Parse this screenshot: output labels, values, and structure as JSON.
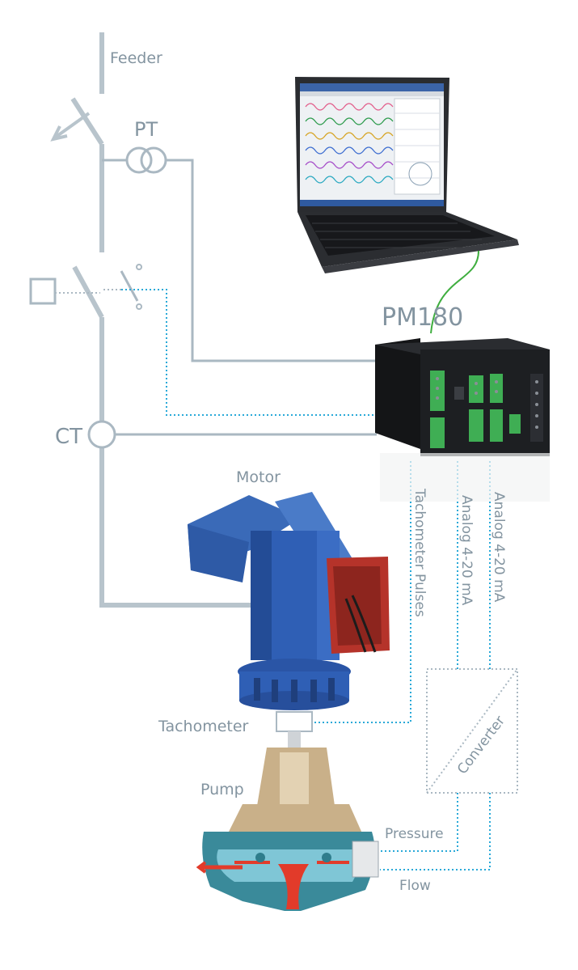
{
  "labels": {
    "feeder": "Feeder",
    "pt": "PT",
    "ct": "CT",
    "device": "PM180",
    "motor": "Motor",
    "tachometer": "Tachometer",
    "pump": "Pump",
    "pressure": "Pressure",
    "flow": "Flow",
    "converter": "Converter",
    "tacho_pulses": "Tachometer Pulses",
    "analog_1": "Analog 4-20 mA",
    "analog_2": "Analog 4-20 mA"
  },
  "colors": {
    "bus_line": "#b8c4cc",
    "wire_line": "#aab8c2",
    "dotted_signal": "#29a9d8",
    "label_text": "#8394a0",
    "motor_blue": "#2f5fb5",
    "terminal_red": "#b5332a",
    "pump_tan": "#c9b089",
    "pump_teal": "#3a8a9a",
    "flow_red": "#e23b2a",
    "device_body": "#1d1f22",
    "terminal_green": "#3fae54",
    "laptop_cable": "#3fae3f"
  }
}
